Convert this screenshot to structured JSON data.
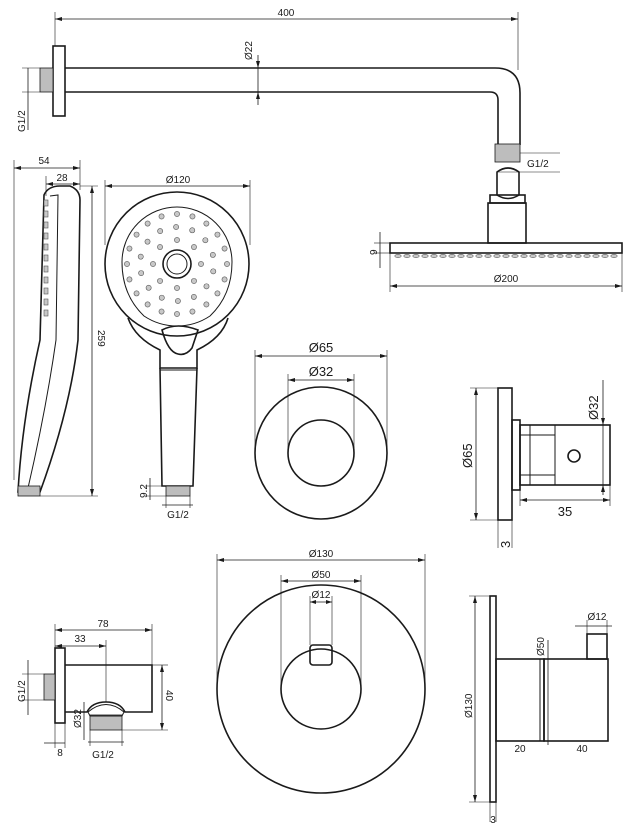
{
  "labels": {
    "arm_length": "400",
    "arm_diameter": "Ø22",
    "arm_thread": "G1/2",
    "head_thread": "G1/2",
    "head_thickness": "9",
    "head_diameter": "Ø200",
    "hand_depth": "54",
    "hand_depth_inner": "28",
    "hand_length": "259",
    "hand_face_diameter": "Ø120",
    "hand_end_height": "9.2",
    "hand_thread": "G1/2",
    "rosette_outer": "Ø65",
    "rosette_inner": "Ø32",
    "valve_side_diameter": "Ø65",
    "valve_side_body": "Ø32",
    "valve_side_length": "35",
    "valve_side_plate": "3",
    "elbow_length": "78",
    "elbow_inner": "33",
    "elbow_height": "40",
    "elbow_outlet": "Ø32",
    "elbow_plate": "8",
    "elbow_thread_left": "G1/2",
    "elbow_thread_bottom": "G1/2",
    "plate_diameter": "Ø130",
    "knob_diameter": "Ø50",
    "stem_diameter": "Ø12",
    "plate_side_diameter": "Ø130",
    "knob_side_diameter": "Ø50",
    "stem_side_diameter": "Ø12",
    "knob_side_spacer": "20",
    "knob_side_length": "40",
    "plate_side_thickness": "3"
  },
  "colors": {
    "line": "#1a1a1a",
    "hatch": "#bdbdbd",
    "nozzle": "#c8c8c8"
  }
}
